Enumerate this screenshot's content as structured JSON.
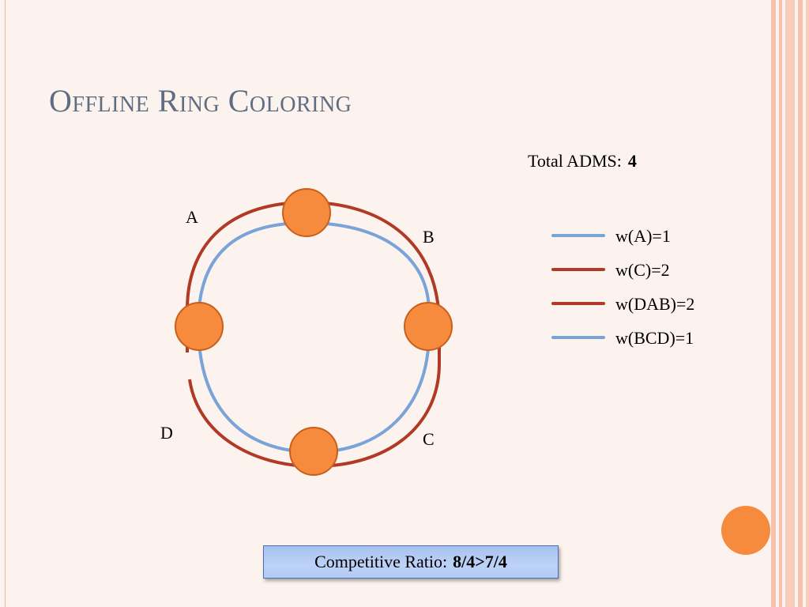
{
  "slide": {
    "title": "Offline Ring Coloring",
    "total_label": "Total ADMS:",
    "total_value": "4",
    "ratio_label": "Competitive Ratio:",
    "ratio_value": "8/4>7/4"
  },
  "diagram": {
    "node_color": "#f68a3d",
    "node_stroke": "#c8601d",
    "ring_labels": [
      "A",
      "B",
      "C",
      "D"
    ]
  },
  "legend": [
    {
      "label": "w(A)=1",
      "color": "#7aa3d8"
    },
    {
      "label": "w(C)=2",
      "color": "#b03a26"
    },
    {
      "label": "w(DAB)=2",
      "color": "#b03a26"
    },
    {
      "label": "w(BCD)=1",
      "color": "#7aa3d8"
    }
  ],
  "colors": {
    "blue_route": "#7aa3d8",
    "red_route": "#b03a26",
    "title": "#5f6d82",
    "background": "#fdf3ee"
  }
}
